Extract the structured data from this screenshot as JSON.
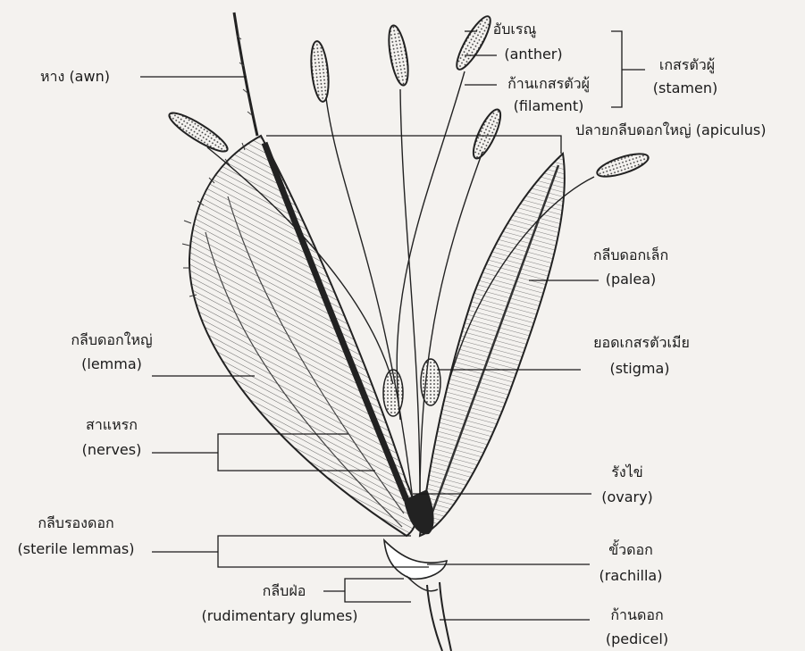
{
  "labels": {
    "awn": {
      "th": "หาง",
      "en": "(awn)"
    },
    "anther": {
      "th": "อับเรณู",
      "en": "(anther)"
    },
    "filament": {
      "th": "ก้านเกสรตัวผู้",
      "en": "(filament)"
    },
    "stamen": {
      "th": "เกสรตัวผู้",
      "en": "(stamen)"
    },
    "apiculus": {
      "th": "ปลายกลีบดอกใหญ่",
      "en": "(apiculus)"
    },
    "palea": {
      "th": "กลีบดอกเล็ก",
      "en": "(palea)"
    },
    "lemma": {
      "th": "กลีบดอกใหญ่",
      "en": "(lemma)"
    },
    "stigma": {
      "th": "ยอดเกสรตัวเมีย",
      "en": "(stigma)"
    },
    "nerves": {
      "th": "สาแหรก",
      "en": "(nerves)"
    },
    "ovary": {
      "th": "รังไข่",
      "en": "(ovary)"
    },
    "sterile_lemmas": {
      "th": "กลีบรองดอก",
      "en": "(sterile lemmas)"
    },
    "rachilla": {
      "th": "ขั้วดอก",
      "en": "(rachilla)"
    },
    "rudimentary_glumes": {
      "th": "กลีบฝ่อ",
      "en": "(rudimentary glumes)"
    },
    "pedicel": {
      "th": "ก้านดอก",
      "en": "(pedicel)"
    }
  }
}
